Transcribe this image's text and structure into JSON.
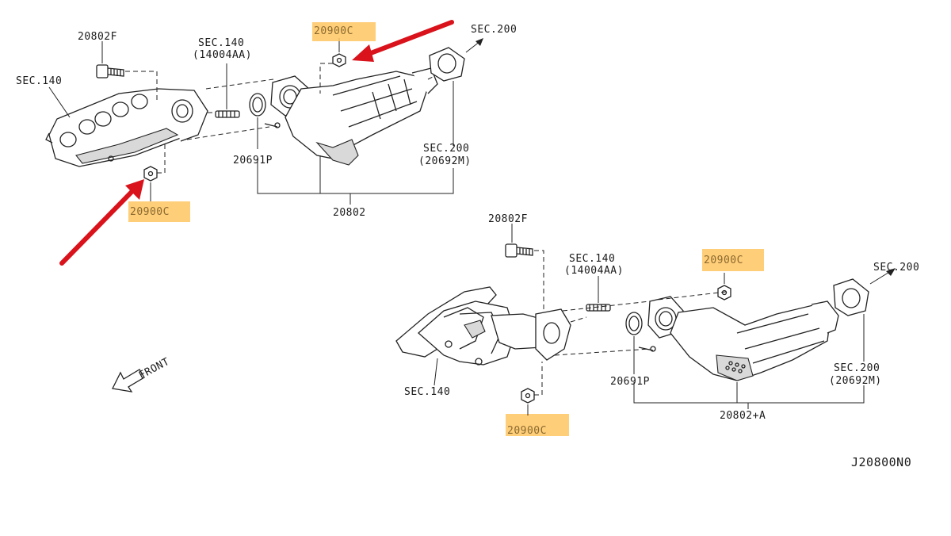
{
  "diagram_id": "J20800N0",
  "front_label": "FRONT",
  "upper_assembly": {
    "bolt_label": "20802F",
    "sec140_label": "SEC.140",
    "stud_label_line1": "SEC.140",
    "stud_label_line2": "(14004AA)",
    "nut_top_label": "20900C",
    "sec200_top_label": "SEC.200",
    "gasket_label": "20691P",
    "sec200_gasket_line1": "SEC.200",
    "sec200_gasket_line2": "(20692M)",
    "nut_bottom_label": "20900C",
    "assembly_label": "20802"
  },
  "lower_assembly": {
    "bolt_label": "20802F",
    "stud_label_line1": "SEC.140",
    "stud_label_line2": "(14004AA)",
    "nut_top_label": "20900C",
    "sec200_top_label": "SEC.200",
    "gasket_label": "20691P",
    "sec200_gasket_line1": "SEC.200",
    "sec200_gasket_line2": "(20692M)",
    "sec140_label": "SEC.140",
    "nut_bottom_label": "20900C",
    "assembly_label": "20802+A"
  },
  "colors": {
    "highlight": "#ffc562",
    "annotation_arrow": "#d9121b",
    "line": "#222222"
  }
}
